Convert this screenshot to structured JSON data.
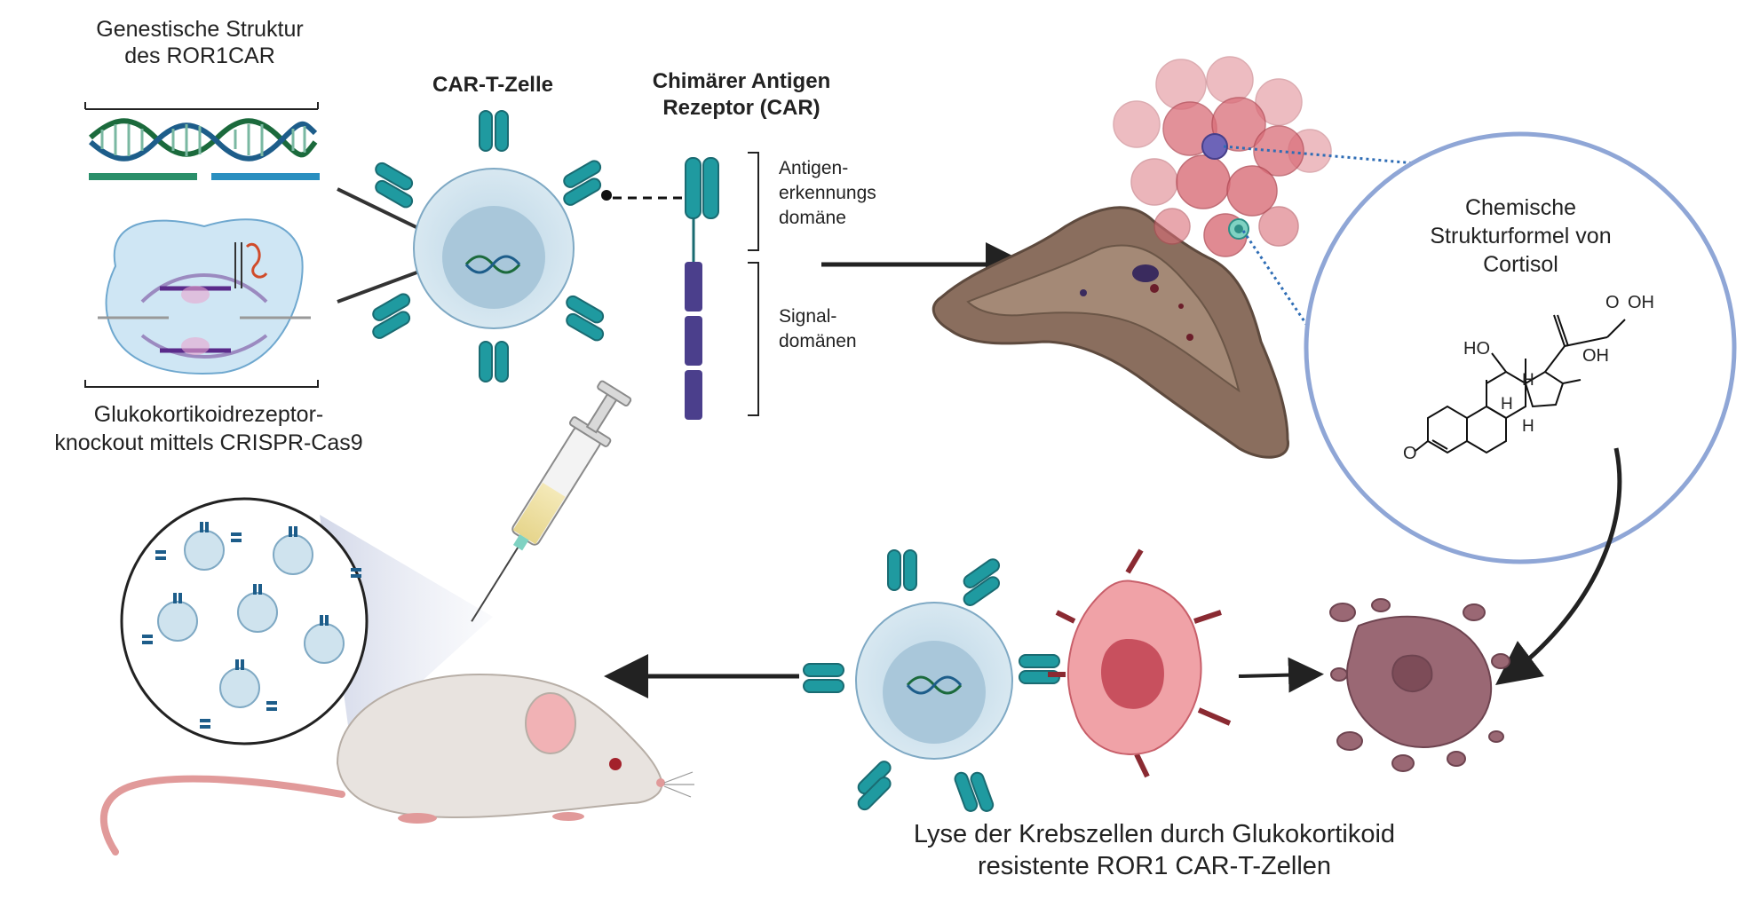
{
  "labels": {
    "gene_structure_line1": "Genestische Struktur",
    "gene_structure_line2": "des ROR1CAR",
    "car_t_cell": "CAR-T-Zelle",
    "car_line1": "Chimärer Antigen",
    "car_line2": "Rezeptor (CAR)",
    "antigen_domain_line1": "Antigen-",
    "antigen_domain_line2": "erkennungs",
    "antigen_domain_line3": "domäne",
    "signal_domain_line1": "Signal-",
    "signal_domain_line2": "domänen",
    "knockout_line1": "Glukokortikoidrezeptor-",
    "knockout_line2": "knockout mittels CRISPR-Cas9",
    "cortisol_line1": "Chemische",
    "cortisol_line2": "Strukturformel von",
    "cortisol_line3": "Cortisol",
    "lysis_line1": "Lyse der Krebszellen durch Glukokortikoid",
    "lysis_line2": "resistente ROR1 CAR-T-Zellen"
  },
  "chemistry": {
    "ho_left": "HO",
    "oh_right": "OH",
    "oh_top": "OH",
    "oxygen_top": "O",
    "oxygen_left": "O",
    "h_1": "H",
    "h_2": "H",
    "h_3": "H"
  },
  "colors": {
    "teal": "#1f9aa0",
    "purple": "#4b3f8c",
    "cell_fill": "#cfe3ee",
    "cell_nucleus": "#a9c7da",
    "tumor_red": "#d96d78",
    "pancreas_brown": "#8a6e5e",
    "cortisol_ring": "#8fa6d6",
    "mouse": "#e8e3df"
  }
}
